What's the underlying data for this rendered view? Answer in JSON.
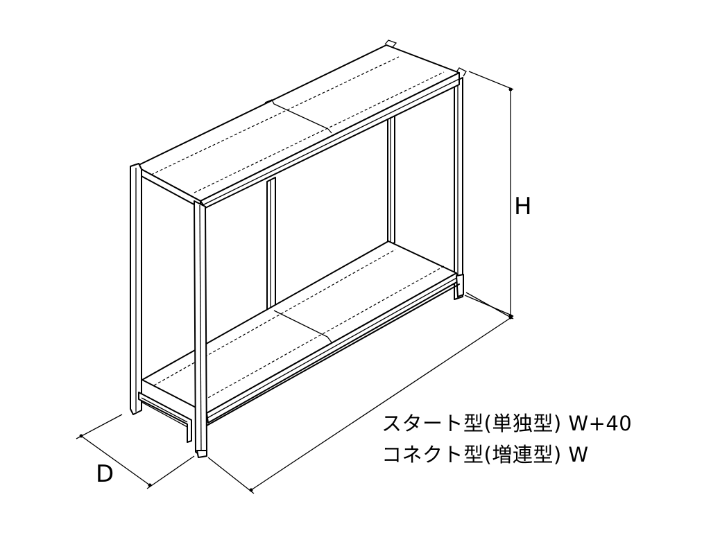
{
  "labels": {
    "height": "H",
    "depth": "D",
    "width_start_type": "スタート型(単独型) W+40",
    "width_connect_type": "コネクト型(増連型) W"
  },
  "colors": {
    "line": "#000000",
    "background": "#ffffff"
  }
}
